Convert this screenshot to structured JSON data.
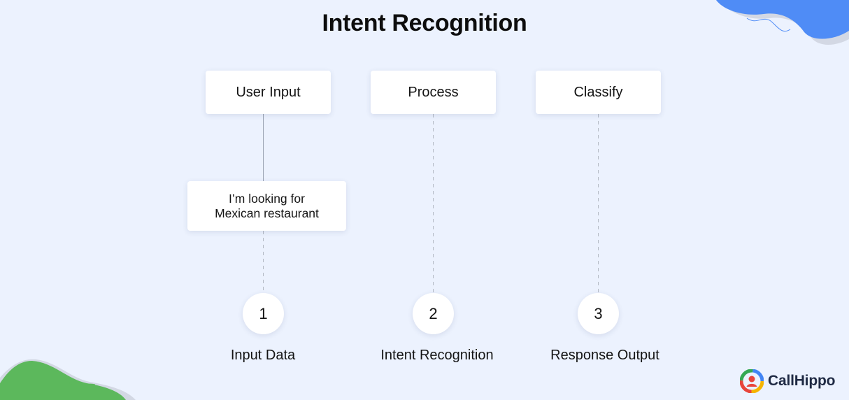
{
  "title": "Intent Recognition",
  "steps": [
    {
      "box_label": "User Input",
      "number": "1",
      "caption": "Input Data"
    },
    {
      "box_label": "Process",
      "number": "2",
      "caption": "Intent Recognition"
    },
    {
      "box_label": "Classify",
      "number": "3",
      "caption": "Response Output"
    }
  ],
  "example": {
    "line1": "I’m looking for",
    "line2": "Mexican restaurant"
  },
  "brand": {
    "name": "CallHippo"
  },
  "colors": {
    "background": "#ecf2fe",
    "blob_blue": "#4f8cf6",
    "blob_green": "#5cb85c"
  }
}
